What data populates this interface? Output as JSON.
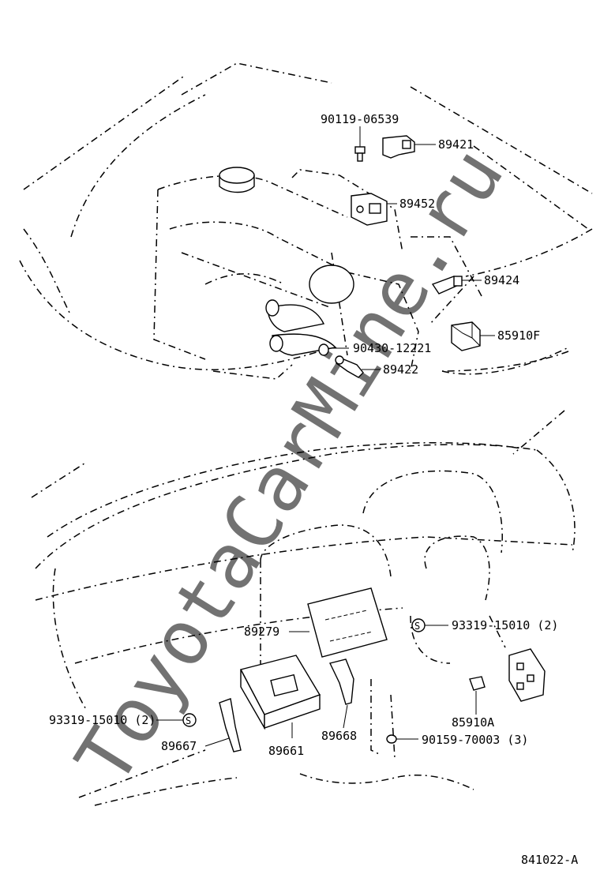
{
  "watermark": "ToyotaCarMine.ru",
  "drawing_id": "841022-A",
  "engine_bay": {
    "labels": {
      "bolt_top": "90119-06539",
      "sensor_89421": "89421",
      "sensor_89452": "89452",
      "sensor_89424": "89424",
      "relay_85910F": "85910F",
      "gasket": "90430-12221",
      "sensor_89422": "89422"
    }
  },
  "dashboard": {
    "labels": {
      "panel_89279": "89279",
      "nut_right": "93319-15010 (2)",
      "nut_left": "93319-15010 (2)",
      "ecu_89661": "89661",
      "bracket_89667": "89667",
      "bracket_89668": "89668",
      "relay_85910A": "85910A",
      "screw": "90159-70003 (3)",
      "s_symbol_right": "S",
      "s_symbol_left": "S"
    }
  }
}
